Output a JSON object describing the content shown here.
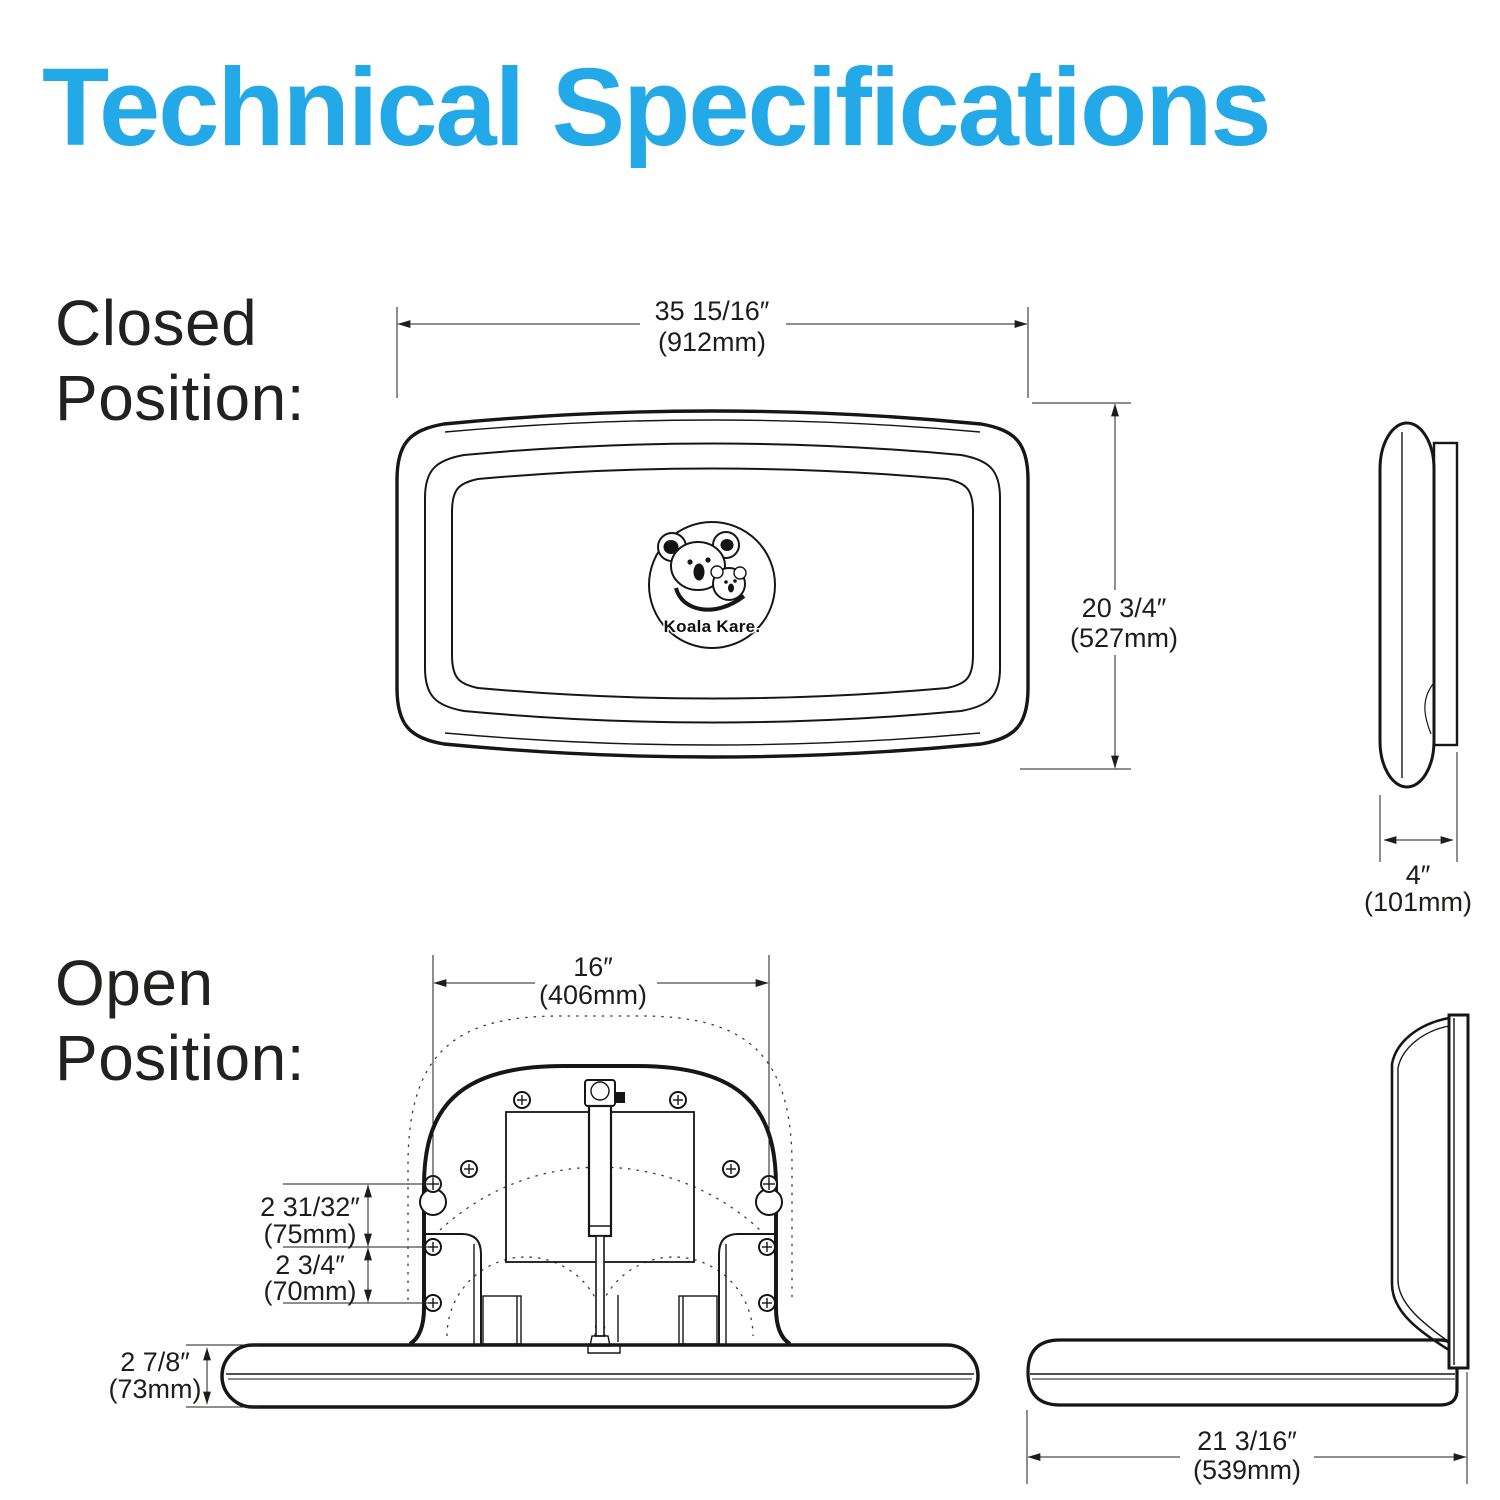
{
  "title": "Technical Specifications",
  "colors": {
    "accent": "#24A9E8",
    "ink": "#1d1d1b"
  },
  "sections": {
    "closed": {
      "label_line1": "Closed",
      "label_line2": "Position:"
    },
    "open": {
      "label_line1": "Open",
      "label_line2": "Position:"
    }
  },
  "logo": {
    "brand": "Koala Kare."
  },
  "dimensions": {
    "closed": {
      "width_in": "35 15/16″",
      "width_mm": "(912mm)",
      "height_in": "20 3/4″",
      "height_mm": "(527mm)",
      "depth_in": "4″",
      "depth_mm": "(101mm)"
    },
    "open": {
      "mount_width_in": "16″",
      "mount_width_mm": "(406mm)",
      "upper_offset_in": "2 31/32″",
      "upper_offset_mm": "(75mm)",
      "lower_offset_in": "2 3/4″",
      "lower_offset_mm": "(70mm)",
      "bed_thickness_in": "2 7/8″",
      "bed_thickness_mm": "(73mm)",
      "open_depth_in": "21 3/16″",
      "open_depth_mm": "(539mm)"
    }
  }
}
